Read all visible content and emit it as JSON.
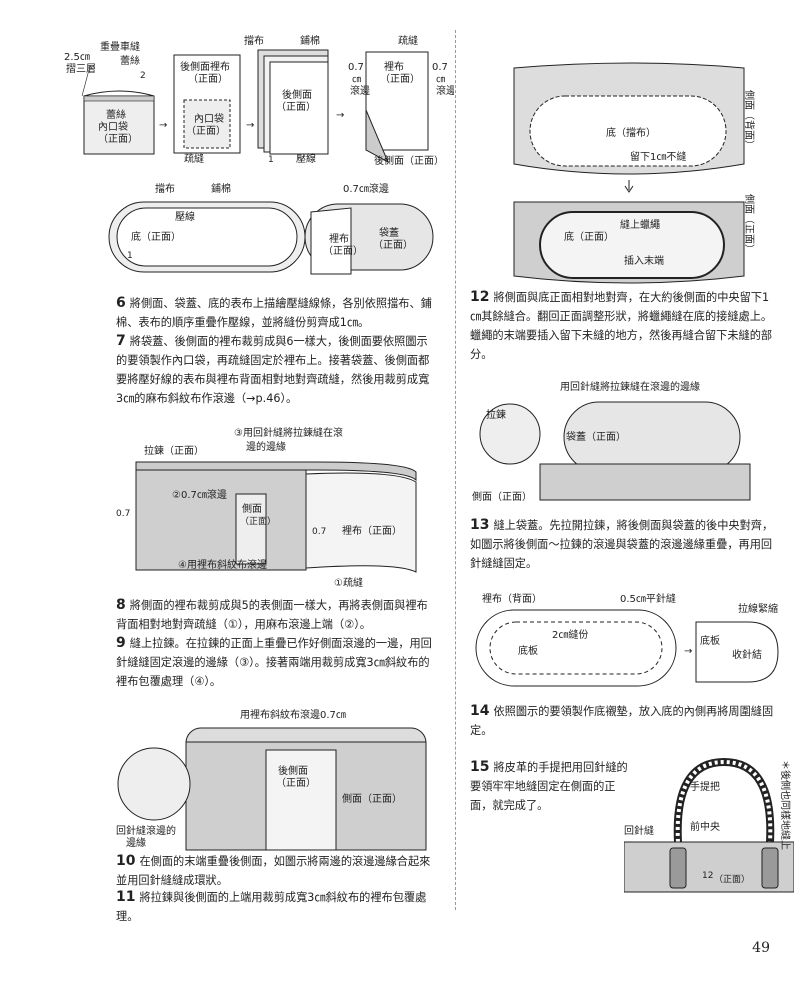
{
  "page_number": "49",
  "fig_top_left": {
    "f1": [
      "2.5㎝",
      "摺三層",
      "重疊車縫",
      "蕾絲",
      "2",
      "蕾絲",
      "內口袋",
      "（正面）"
    ],
    "f2": [
      "後側面裡布",
      "（正面）",
      "內口袋",
      "（正面）",
      "疏縫"
    ],
    "f3": [
      "擋布",
      "鋪棉",
      "後側面",
      "（正面）",
      "1",
      "壓線"
    ],
    "f4": [
      "疏縫",
      "裡布",
      "（正面）",
      "0.7",
      "㎝",
      "滾邊",
      "0.7",
      "㎝",
      "滾邊",
      "後側面（正面）"
    ]
  },
  "fig_base": [
    "擋布",
    "鋪棉",
    "壓線",
    "底（正面）",
    "1",
    "0.7㎝滾邊",
    "裡布",
    "（正面）",
    "袋蓋",
    "（正面）"
  ],
  "step6": {
    "num": "6",
    "text": "將側面、袋蓋、底的表布上描繪壓縫線條，各別依照擋布、鋪棉、表布的順序重疊作壓線，並將縫份剪齊成1㎝。"
  },
  "step7": {
    "num": "7",
    "text": "將袋蓋、後側面的裡布裁剪成與6一樣大，後側面要依照圖示的要領製作內口袋，再疏縫固定於裡布上。接著袋蓋、後側面都要將壓好線的表布與裡布背面相對地對齊疏縫，然後用裁剪成寬3㎝的麻布斜紋布作滾邊（→p.46）。"
  },
  "fig_zip": [
    "③用回針縫將拉鍊縫在滾",
    "邊的邊緣",
    "拉鍊（正面）",
    "②0.7㎝滾邊",
    "0.7",
    "側面",
    "（正面）",
    "0.7",
    "裡布（正面）",
    "④用裡布斜紋布滾邊",
    "①疏縫"
  ],
  "step8": {
    "num": "8",
    "text": "將側面的裡布裁剪成與5的表側面一樣大，再將表側面與裡布背面相對地對齊疏縫（①），用麻布滾邊上端（②）。"
  },
  "step9": {
    "num": "9",
    "text": "縫上拉鍊。在拉鍊的正面上重疊已作好側面滾邊的一邊，用回針縫縫固定滾邊的邊緣（③）。接著兩端用裁剪成寬3㎝斜紋布的裡布包覆處理（④）。"
  },
  "fig_ring": [
    "用裡布斜紋布滾邊0.7㎝",
    "後側面",
    "（正面）",
    "側面（正面）",
    "回針縫滾邊的",
    "邊緣"
  ],
  "step10": {
    "num": "10",
    "text": "在側面的末端重疊後側面，如圖示將兩邊的滾邊邊緣合起來並用回針縫縫成環狀。"
  },
  "step11": {
    "num": "11",
    "text": "將拉鍊與後側面的上端用裁剪成寬3㎝斜紋布的裡布包覆處理。"
  },
  "fig_r1": [
    "側面（背面）",
    "底（擋布）",
    "留下1㎝不縫"
  ],
  "fig_r2": [
    "側面（正面）",
    "底（正面）",
    "縫上蠟繩",
    "插入末端"
  ],
  "step12": {
    "num": "12",
    "text": "將側面與底正面相對地對齊，在大約後側面的中央留下1㎝其餘縫合。翻回正面調整形狀，將蠟繩縫在底的接縫處上。蠟繩的末端要插入留下未縫的地方，然後再縫合留下未縫的部分。"
  },
  "fig_r3": [
    "用回針縫將拉鍊縫在滾邊的邊緣",
    "拉鍊",
    "袋蓋（正面）",
    "側面（正面）"
  ],
  "step13": {
    "num": "13",
    "text": "縫上袋蓋。先拉開拉鍊，將後側面與袋蓋的後中央對齊，如圖示將後側面～拉鍊的滾邊與袋蓋的滾邊邊緣重疊，再用回針縫縫固定。"
  },
  "fig_r4": [
    "裡布（背面）",
    "0.5㎝平針縫",
    "2㎝縫份",
    "底板",
    "拉線緊縮",
    "底板",
    "收針結"
  ],
  "step14": {
    "num": "14",
    "text": "依照圖示的要領製作底襯墊，放入底的內側再將周圍縫固定。"
  },
  "step15": {
    "num": "15",
    "text": "將皮革的手提把用回針縫的要領牢牢地縫固定在側面的正面，就完成了。"
  },
  "fig_r5": [
    "手提把",
    "前中央",
    "回針縫",
    "12",
    "（正面）",
    "＊後側也同樣地縫上"
  ],
  "colors": {
    "ink": "#222222",
    "tone": "#cfcfcf",
    "tone_dark": "#9a9a9a"
  }
}
